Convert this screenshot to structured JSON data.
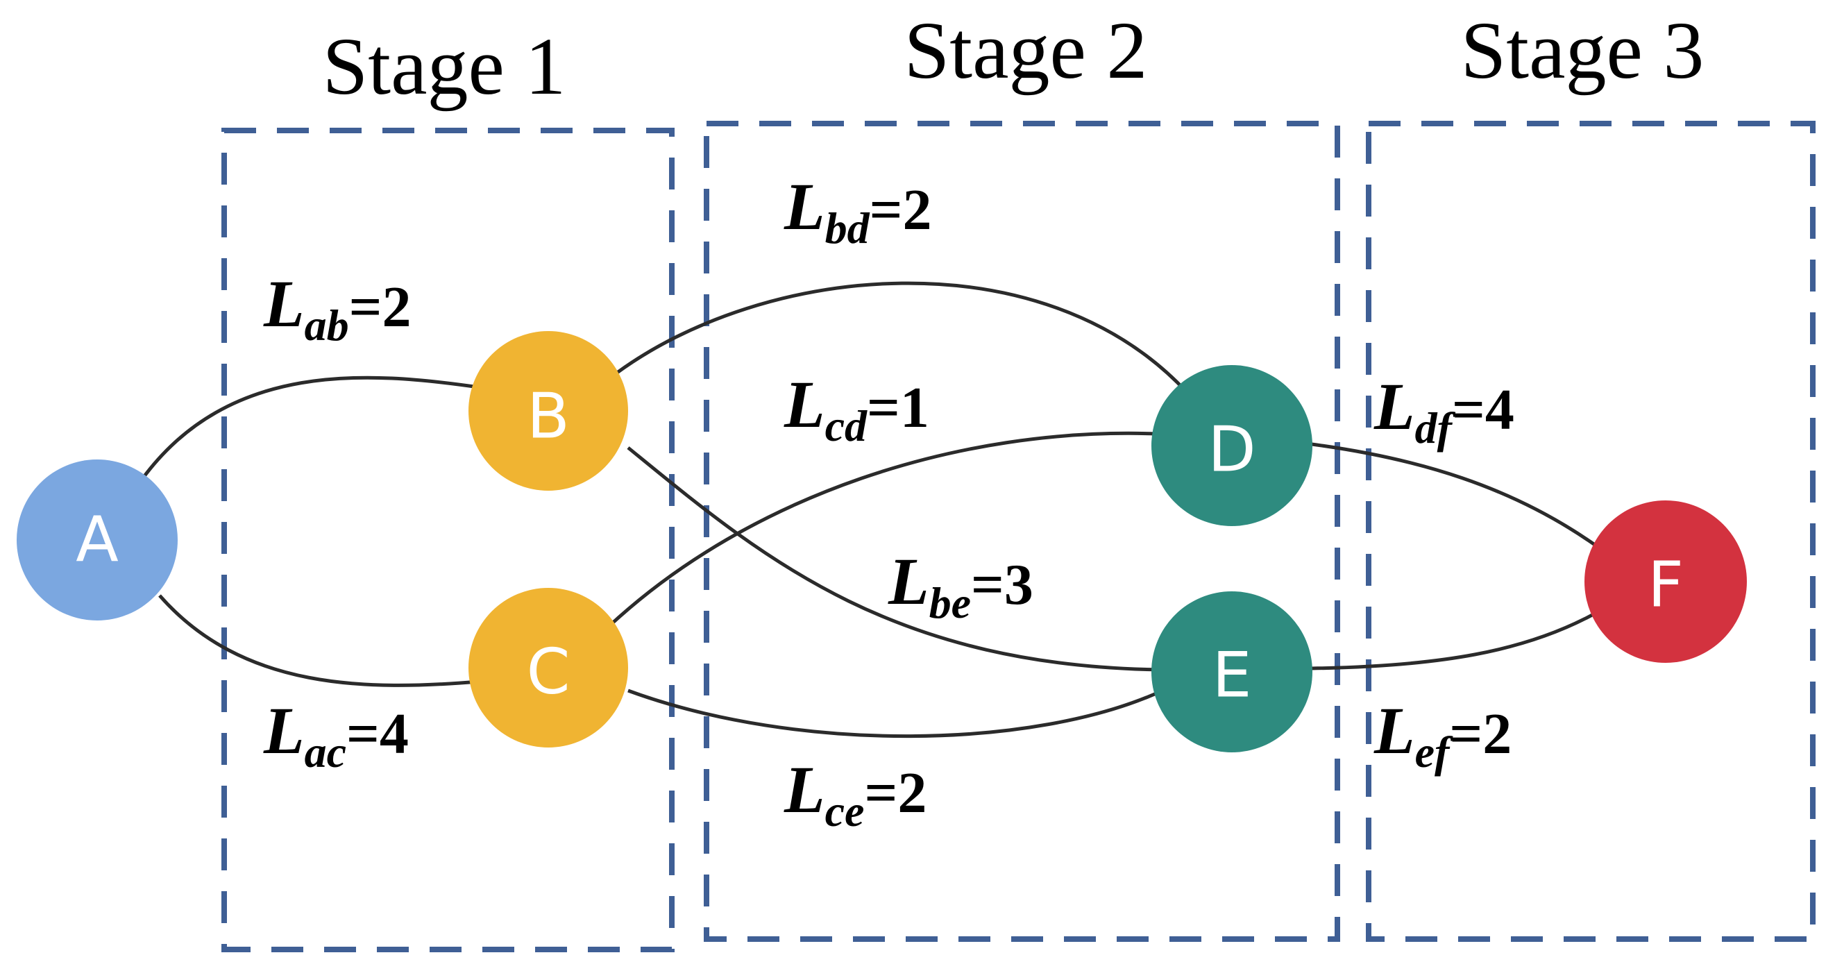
{
  "colors": {
    "stage_box": "#3f5f95",
    "node_a": "#7ba7e0",
    "node_bc": "#f0b432",
    "node_de": "#2e8b7f",
    "node_f": "#d3323f"
  },
  "stages": [
    {
      "label": "Stage 1"
    },
    {
      "label": "Stage 2"
    },
    {
      "label": "Stage 3"
    }
  ],
  "nodes": [
    {
      "id": "A",
      "label": "A",
      "color": "node_a"
    },
    {
      "id": "B",
      "label": "B",
      "color": "node_bc"
    },
    {
      "id": "C",
      "label": "C",
      "color": "node_bc"
    },
    {
      "id": "D",
      "label": "D",
      "color": "node_de"
    },
    {
      "id": "E",
      "label": "E",
      "color": "node_de"
    },
    {
      "id": "F",
      "label": "F",
      "color": "node_f"
    }
  ],
  "edges": [
    {
      "from": "A",
      "to": "B",
      "symbol": "L",
      "subscript": "ab",
      "value": "=2"
    },
    {
      "from": "A",
      "to": "C",
      "symbol": "L",
      "subscript": "ac",
      "value": "=4"
    },
    {
      "from": "B",
      "to": "D",
      "symbol": "L",
      "subscript": "bd",
      "value": "=2"
    },
    {
      "from": "C",
      "to": "D",
      "symbol": "L",
      "subscript": "cd",
      "value": "=1"
    },
    {
      "from": "B",
      "to": "E",
      "symbol": "L",
      "subscript": "be",
      "value": "=3"
    },
    {
      "from": "C",
      "to": "E",
      "symbol": "L",
      "subscript": "ce",
      "value": "=2"
    },
    {
      "from": "D",
      "to": "F",
      "symbol": "L",
      "subscript": "df",
      "value": "=4"
    },
    {
      "from": "E",
      "to": "F",
      "symbol": "L",
      "subscript": "ef",
      "value": "=2"
    }
  ]
}
